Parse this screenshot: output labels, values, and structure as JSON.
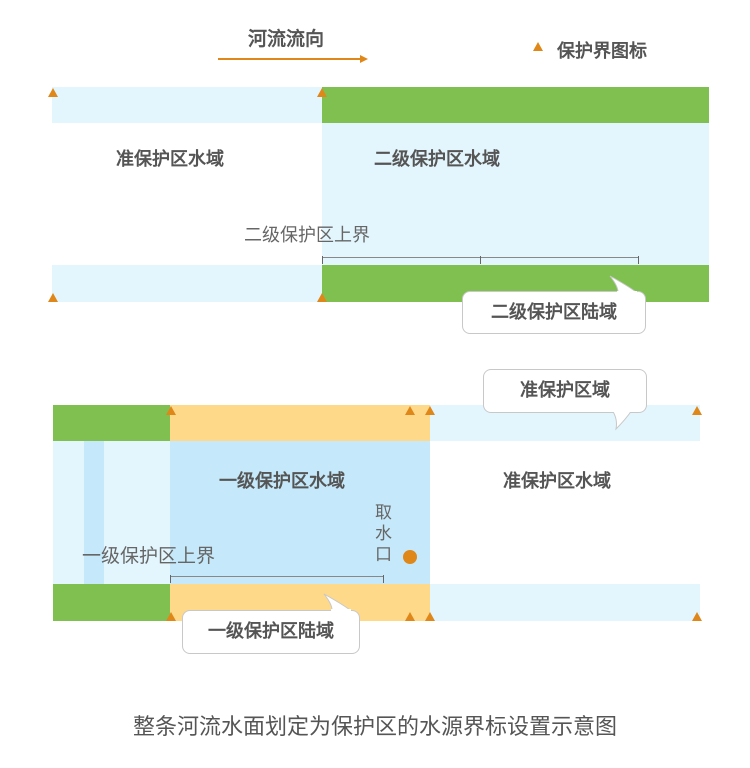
{
  "header": {
    "flow_label": "河流流向",
    "legend_label": "保护界图标",
    "legend_color": "#e0871a"
  },
  "diagram_top": {
    "left_water_label": "准保护区水域",
    "right_water_label": "二级保护区水域",
    "boundary_label": "二级保护区上界",
    "land_callout": "二级保护区陆域"
  },
  "diagram_bottom": {
    "top_callout": "准保护区域",
    "center_water_label": "一级保护区水域",
    "right_water_label": "准保护区水域",
    "intake_label": "取\n水\n口",
    "boundary_label": "一级保护区上界",
    "land_callout": "一级保护区陆域"
  },
  "caption": "整条河流水面划定为保护区的水源界标设置示意图",
  "colors": {
    "green": "#7fc050",
    "light_blue": "#e3f6fd",
    "mid_blue": "#c5e9fa",
    "yellow": "#fdd989",
    "marker_orange": "#e0871a"
  }
}
